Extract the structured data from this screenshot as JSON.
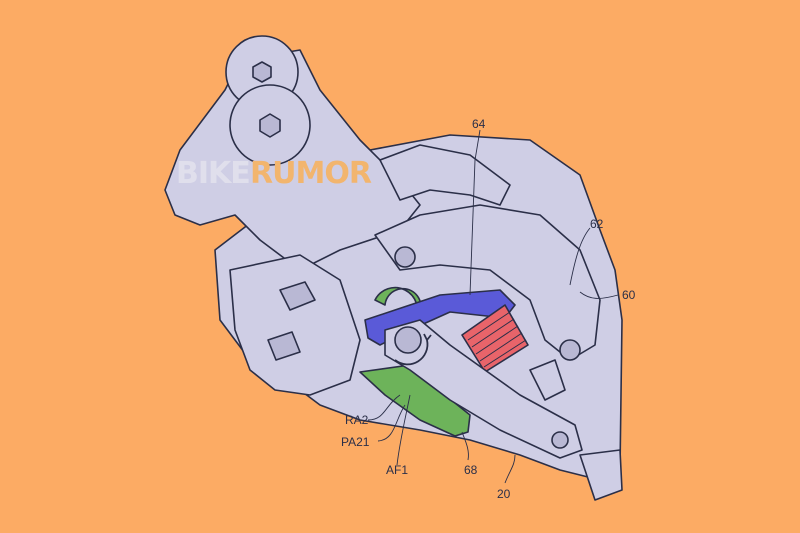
{
  "figure": {
    "background_color": "#FCAB64",
    "part_colors": {
      "body": "#CFCEE5",
      "outline": "#2B2F48",
      "link_member": "#6DB35A",
      "bracket": "#5A5AD8",
      "spring": "#E8646A"
    },
    "watermark": {
      "part1": "BIKE",
      "part2": "RUMOR"
    },
    "labels": {
      "l64": "64",
      "l62": "62",
      "l60": "60",
      "lRA2": "RA2",
      "lPA21": "PA21",
      "lAF1": "AF1",
      "l68": "68",
      "l20": "20"
    }
  }
}
